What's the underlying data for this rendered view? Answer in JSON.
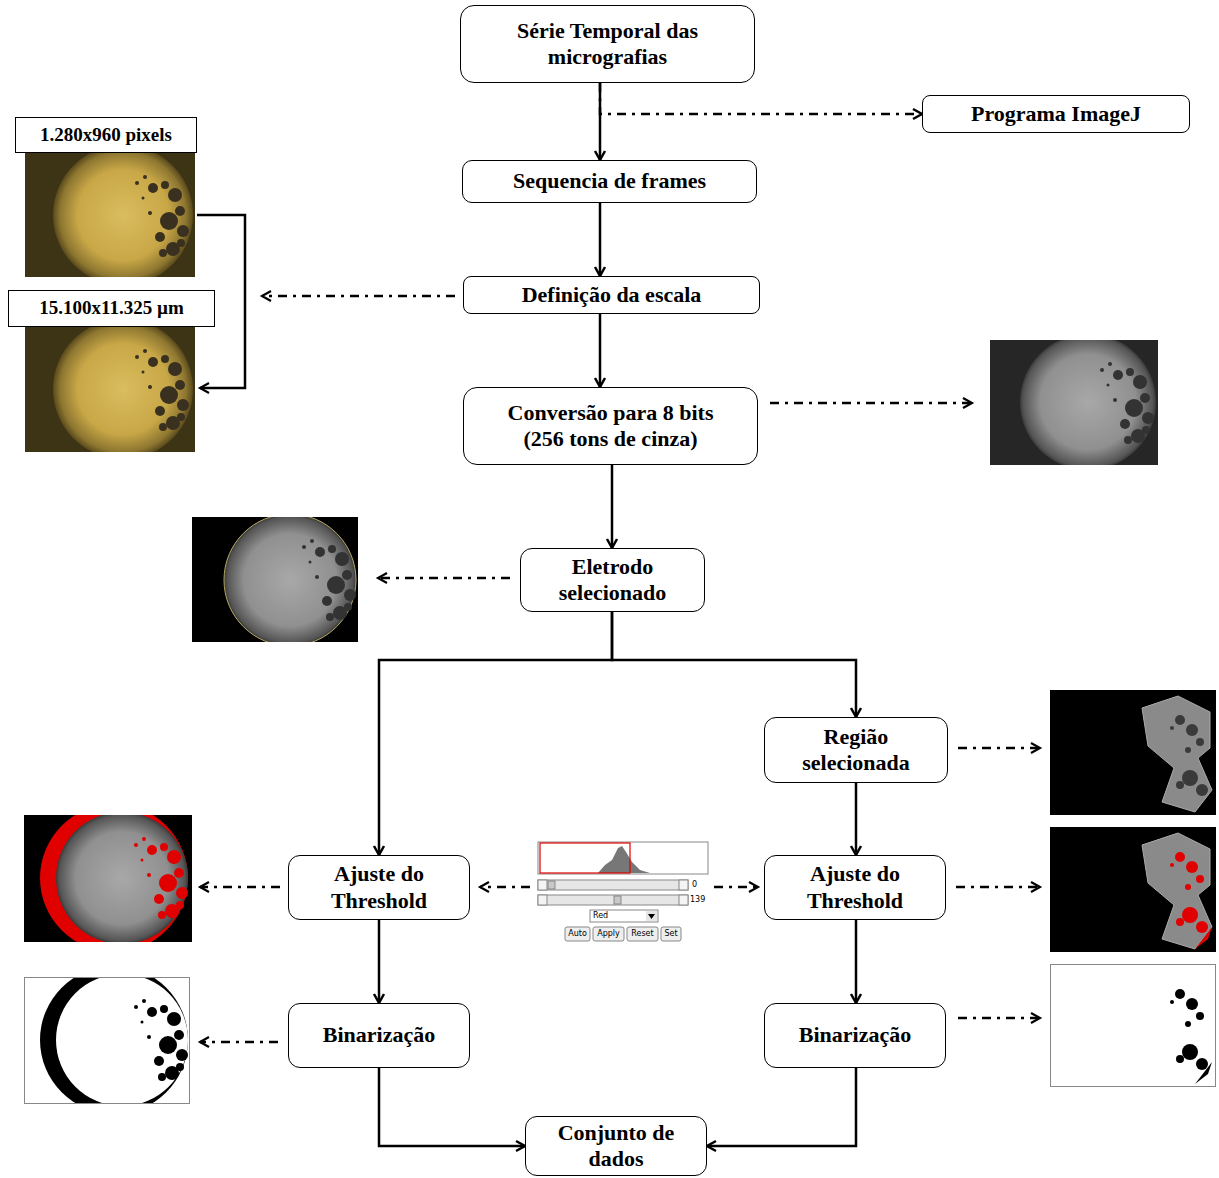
{
  "diagram": {
    "nodes": [
      {
        "text": [
          "Série Temporal das micrografias"
        ]
      },
      {
        "text": [
          "Programa ImageJ"
        ]
      },
      {
        "text": [
          "1.280x960 pixels"
        ]
      },
      {
        "text": [
          "Sequencia de frames"
        ]
      },
      {
        "text": [
          "Definição da escala"
        ]
      },
      {
        "text": [
          "15.100x11.325 µm"
        ]
      },
      {
        "text": [
          "Conversão para 8 bits (256 tons de cinza)"
        ]
      },
      {
        "text": [
          "Eletrodo selecionado"
        ]
      },
      {
        "text": [
          "Região selecionada"
        ]
      },
      {
        "text": [
          "Ajuste do Threshold"
        ]
      },
      {
        "text": [
          "Ajuste do Threshold"
        ]
      },
      {
        "text": [
          "Binarização"
        ]
      },
      {
        "text": [
          "Binarização"
        ]
      },
      {
        "text": [
          "Conjunto de dados"
        ]
      }
    ],
    "edges": [
      {
        "from": 0,
        "to": 1,
        "arrow": "to"
      },
      {
        "from": 0,
        "to": 3,
        "arrow": "to"
      },
      {
        "from": 3,
        "to": 4,
        "arrow": "to"
      },
      {
        "from": 4,
        "to": 6,
        "arrow": "to"
      },
      {
        "from": 6,
        "to": 7,
        "arrow": "to"
      },
      {
        "from": 7,
        "to": 8,
        "arrow": "to"
      },
      {
        "from": 7,
        "to": 9,
        "arrow": "to"
      },
      {
        "from": 8,
        "to": 10,
        "arrow": "to"
      },
      {
        "from": 9,
        "to": 11,
        "arrow": "to"
      },
      {
        "from": 10,
        "to": 12,
        "arrow": "to"
      },
      {
        "from": 11,
        "to": 13,
        "arrow": "to"
      },
      {
        "from": 12,
        "to": 13,
        "arrow": "to"
      }
    ],
    "labels": [
      "0",
      "139",
      "Red",
      "Auto",
      "Apply",
      "Reset",
      "Set"
    ]
  }
}
